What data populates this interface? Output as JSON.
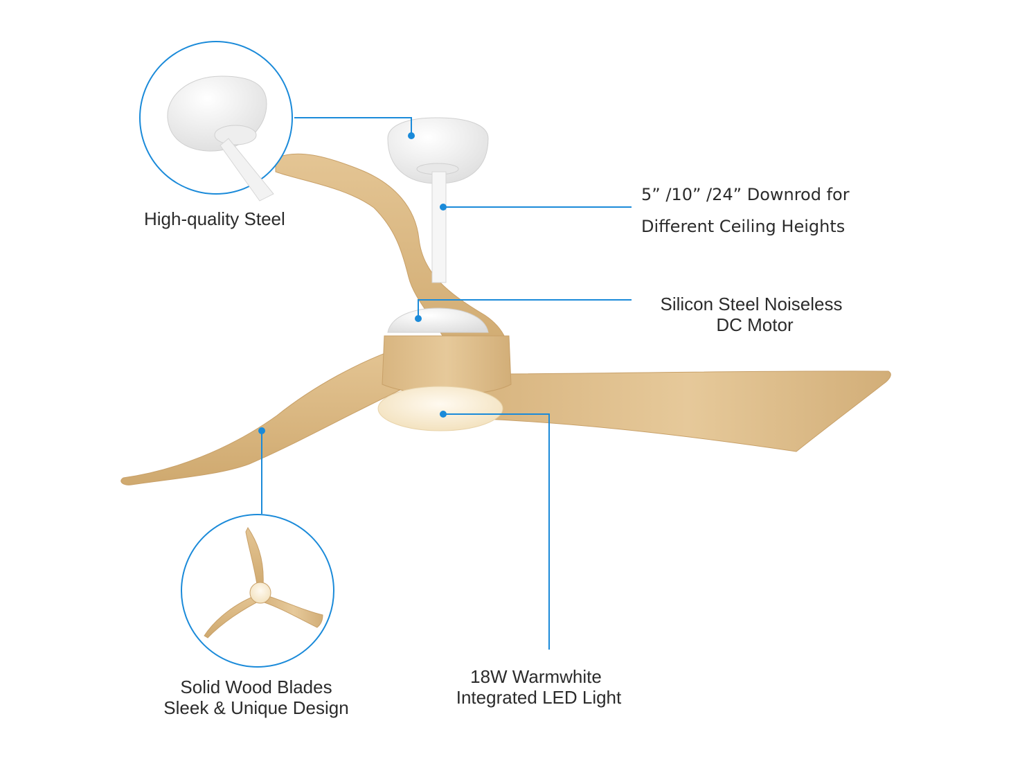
{
  "callouts": {
    "steel": {
      "text": "High-quality Steel"
    },
    "downrod": {
      "line1": "5”  /10”  /24”  Downrod for",
      "line2": "Different Ceiling Heights"
    },
    "motor": {
      "line1": "Silicon Steel Noiseless",
      "line2": "DC Motor"
    },
    "blades": {
      "line1": "Solid Wood Blades",
      "line2": "Sleek & Unique Design"
    },
    "led": {
      "line1": "18W Warmwhite",
      "line2": "Integrated LED Light"
    }
  },
  "colors": {
    "accent": "#1a8ad9",
    "wood": "#dcbc8a",
    "wood_dark": "#c9a46e",
    "white_metal": "#f4f4f4",
    "led": "#fff3d6"
  },
  "icons": [
    "ceiling-canopy-detail",
    "fan-blades-detail"
  ]
}
